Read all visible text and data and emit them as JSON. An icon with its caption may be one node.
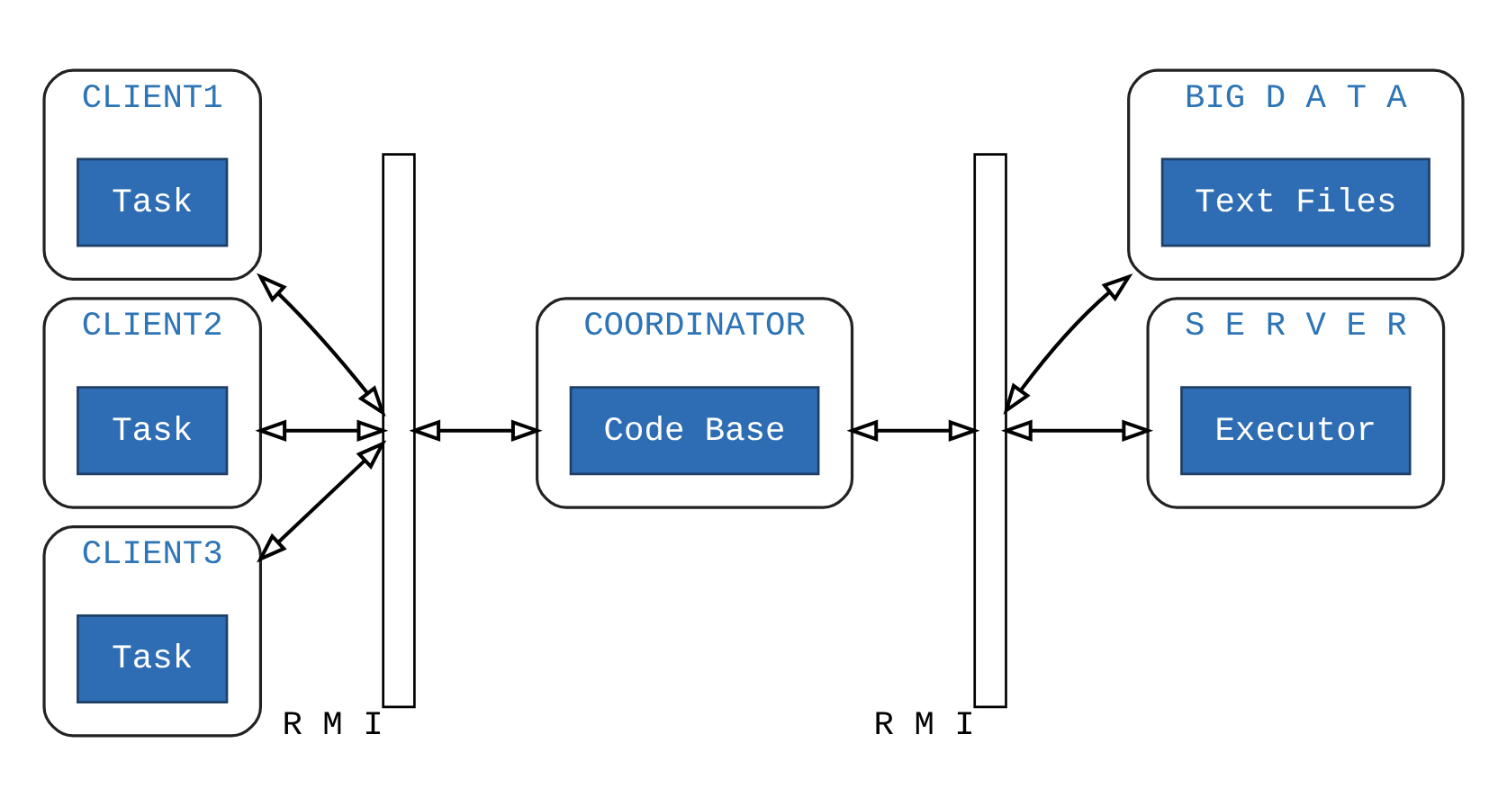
{
  "diagram": {
    "nodes": [
      {
        "text": [
          "CLIENT1"
        ]
      },
      {
        "text": [
          "Task"
        ],
        "in": 0
      },
      {
        "text": [
          "CLIENT2"
        ]
      },
      {
        "text": [
          "Task"
        ],
        "in": 2
      },
      {
        "text": [
          "CLIENT3"
        ]
      },
      {
        "text": [
          "Task"
        ],
        "in": 4
      },
      {
        "text": [],
        "shape": "bar",
        "beside": [
          "R M I"
        ]
      },
      {
        "text": [
          "COORDINATOR"
        ]
      },
      {
        "text": [
          "Code Base"
        ],
        "in": 7
      },
      {
        "text": [],
        "shape": "bar",
        "beside": [
          "R M I"
        ]
      },
      {
        "text": [
          "BIG D A T A"
        ]
      },
      {
        "text": [
          "Text Files"
        ],
        "in": 10
      },
      {
        "text": [
          "S E R V E R"
        ]
      },
      {
        "text": [
          "Executor"
        ],
        "in": 12
      }
    ],
    "edges": [
      {
        "from": 0,
        "to": 6,
        "arrow": "both"
      },
      {
        "from": 2,
        "to": 6,
        "arrow": "both"
      },
      {
        "from": 4,
        "to": 6,
        "arrow": "both"
      },
      {
        "from": 6,
        "to": 7,
        "arrow": "both"
      },
      {
        "from": 7,
        "to": 9,
        "arrow": "both"
      },
      {
        "from": 9,
        "to": 10,
        "arrow": "both"
      },
      {
        "from": 9,
        "to": 12,
        "arrow": "both"
      }
    ]
  }
}
